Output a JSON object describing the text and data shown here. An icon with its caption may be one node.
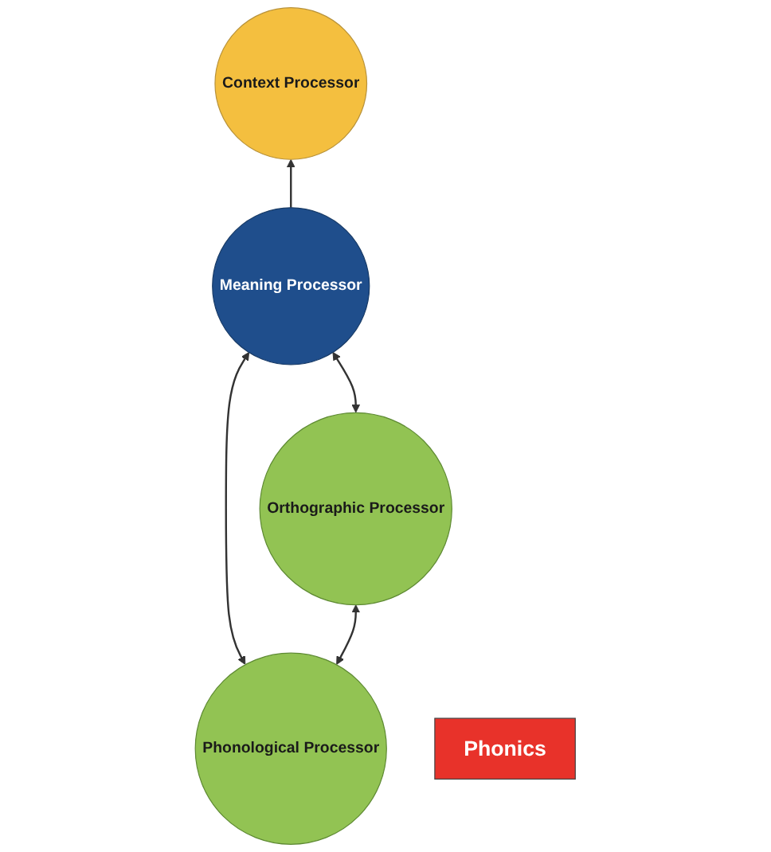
{
  "diagram": {
    "nodes": [
      {
        "text": [
          "Context Processor"
        ]
      },
      {
        "text": [
          "Meaning Processor"
        ]
      },
      {
        "text": [
          "Phonological Processor"
        ]
      },
      {
        "text": [
          "Phonics"
        ]
      },
      {
        "text": [
          "Orthographic Processor"
        ]
      }
    ],
    "edges": [
      {
        "from": 1,
        "to": 0,
        "arrow": "to"
      },
      {
        "from": 2,
        "to": 1,
        "arrow": "both"
      },
      {
        "from": 1,
        "to": 4,
        "arrow": "both"
      },
      {
        "from": 2,
        "to": 4,
        "arrow": "both"
      }
    ]
  }
}
